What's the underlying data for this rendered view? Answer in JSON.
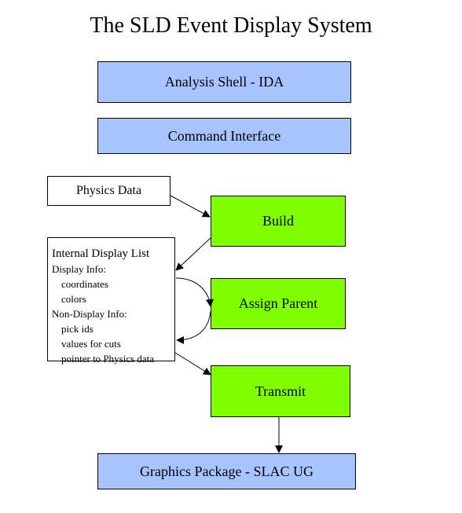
{
  "title": "The SLD Event Display System",
  "boxes": {
    "analysis_shell": "Analysis Shell - IDA",
    "command_interface": "Command Interface",
    "physics_data": "Physics Data",
    "build": "Build",
    "assign_parent": "Assign Parent",
    "transmit": "Transmit",
    "graphics_package": "Graphics Package - SLAC UG"
  },
  "display_list": {
    "heading": "Internal Display List",
    "display_info_label": "Display Info:",
    "display_info_items": [
      "coordinates",
      "colors"
    ],
    "non_display_info_label": "Non-Display Info:",
    "non_display_info_items": [
      "pick ids",
      "values for cuts",
      "pointer to Physics data"
    ]
  },
  "colors": {
    "interface_boxes": "#a7c4ff",
    "process_boxes": "#80ff00",
    "data_boxes": "#ffffff",
    "lines": "#000000"
  }
}
